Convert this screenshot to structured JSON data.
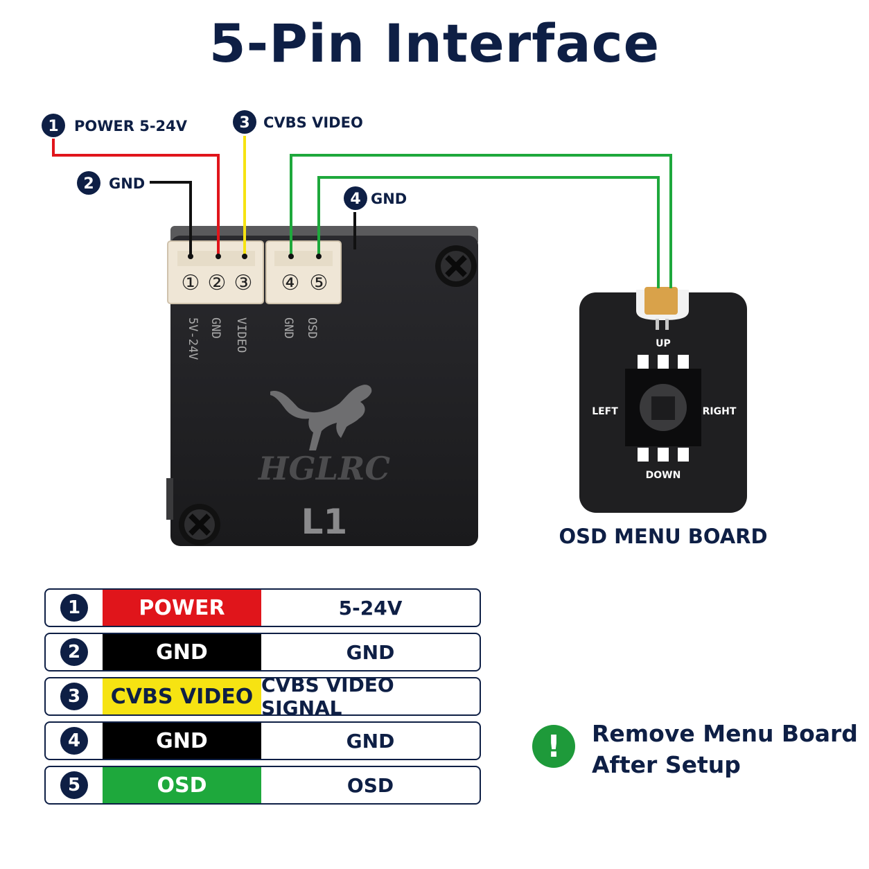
{
  "title": "5-Pin Interface",
  "callouts": [
    {
      "num": "1",
      "text": "POWER 5-24V",
      "color": "#e0151b"
    },
    {
      "num": "2",
      "text": "GND",
      "color": "#111111"
    },
    {
      "num": "3",
      "text": "CVBS VIDEO",
      "color": "#f6e312"
    },
    {
      "num": "4",
      "text": "GND",
      "color": "#111111"
    }
  ],
  "module": {
    "connector_numbers": [
      "①",
      "②",
      "③",
      "④",
      "⑤"
    ],
    "pin_labels": [
      "5V-24V",
      "GND",
      "VIDEO",
      "GND",
      "OSD"
    ],
    "brand": "HGLRC",
    "model": "L1"
  },
  "osd_board": {
    "up": "UP",
    "down": "DOWN",
    "left": "LEFT",
    "right": "RIGHT",
    "caption": "OSD MENU BOARD"
  },
  "pin_table": [
    {
      "num": "1",
      "name": "POWER",
      "value": "5-24V",
      "bg": "#e0151b",
      "fg": "#ffffff"
    },
    {
      "num": "2",
      "name": "GND",
      "value": "GND",
      "bg": "#000000",
      "fg": "#ffffff"
    },
    {
      "num": "3",
      "name": "CVBS VIDEO",
      "value": "CVBS VIDEO SIGNAL",
      "bg": "#f6e312",
      "fg": "#0e1f45"
    },
    {
      "num": "4",
      "name": "GND",
      "value": "GND",
      "bg": "#000000",
      "fg": "#ffffff"
    },
    {
      "num": "5",
      "name": "OSD",
      "value": "OSD",
      "bg": "#1ea83c",
      "fg": "#ffffff"
    }
  ],
  "notice": {
    "icon": "exclamation-icon",
    "line1": "Remove Menu Board",
    "line2": "After Setup"
  },
  "wire_colors": {
    "power": "#e0151b",
    "gnd": "#111111",
    "video": "#f6e312",
    "osd": "#1ea83c"
  }
}
